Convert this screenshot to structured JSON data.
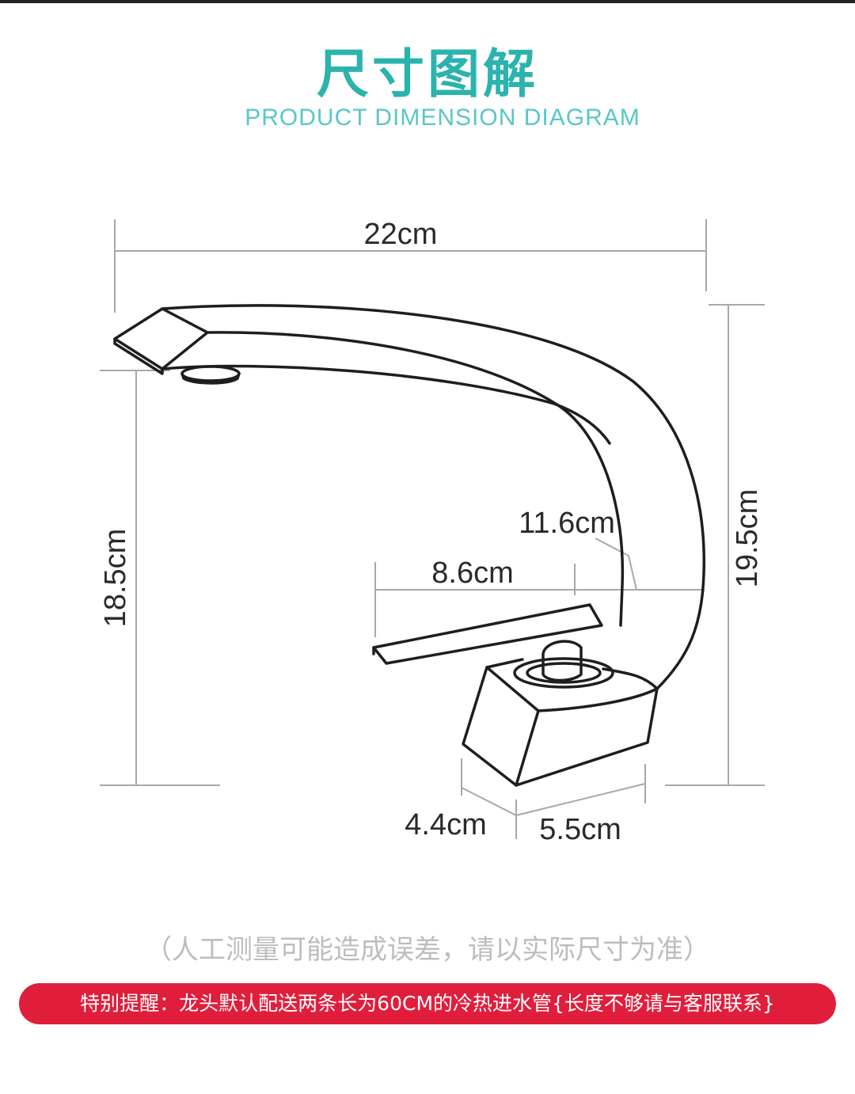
{
  "header": {
    "title_cn": "尺寸图解",
    "title_en": "PRODUCT DIMENSION DIAGRAM"
  },
  "dimensions": {
    "total_width": "22cm",
    "spout_height": "18.5cm",
    "total_height": "19.5cm",
    "spout_reach": "11.6cm",
    "handle_length": "8.6cm",
    "base_depth": "4.4cm",
    "base_width": "5.5cm"
  },
  "notes": {
    "measurement_note": "（人工测量可能造成误差，请以实际尺寸为准）",
    "special_reminder": "特别提醒：龙头默认配送两条长为60CM的冷热进水管{长度不够请与客服联系}"
  },
  "colors": {
    "title_teal": "#2bb3ad",
    "subtitle_teal": "#59c7c7",
    "reminder_red": "#e01e3c",
    "line_gray": "#a8a8a8",
    "outline_dark": "#1e1e1e"
  }
}
